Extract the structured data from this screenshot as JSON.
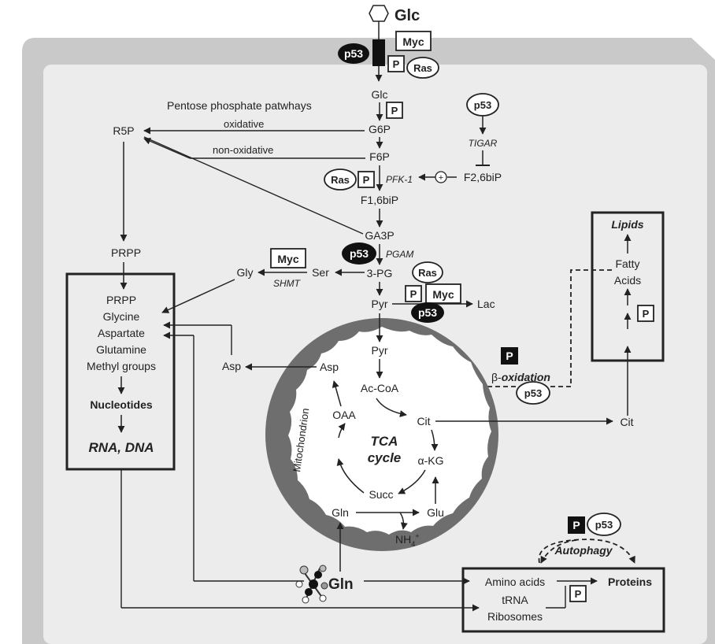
{
  "glucose": {
    "label": "Glc"
  },
  "glutamine": {
    "label": "Gln"
  },
  "regulators": {
    "p53": "p53",
    "myc": "Myc",
    "ras": "Ras",
    "phospho": "P",
    "plus": "+"
  },
  "glycolysis": {
    "glc": "Glc",
    "g6p": "G6P",
    "f6p": "F6P",
    "f16bip": "F1,6biP",
    "ga3p": "GA3P",
    "pg3": "3-PG",
    "pyr": "Pyr",
    "lac": "Lac",
    "pfk1": "PFK-1",
    "pgam": "PGAM",
    "tigar": "TIGAR",
    "f26bip": "F2,6biP"
  },
  "ppp": {
    "title": "Pentose phosphate patwhays",
    "oxidative": "oxidative",
    "non_oxidative": "non-oxidative",
    "r5p": "R5P",
    "prpp": "PRPP"
  },
  "serine": {
    "ser": "Ser",
    "gly": "Gly",
    "shmt": "SHMT",
    "asp_out": "Asp"
  },
  "nucleotide_box": {
    "items": [
      "PRPP",
      "Glycine",
      "Aspartate",
      "Glutamine",
      "Methyl groups"
    ],
    "nucleotides": "Nucleotides",
    "rna_dna": "RNA, DNA"
  },
  "lipid_box": {
    "title": "Lipids",
    "fatty": "Fatty",
    "acids": "Acids"
  },
  "beta_ox": {
    "prefix": "β-",
    "label": "oxidation"
  },
  "mito": {
    "label": "Mitochondrion",
    "pyr": "Pyr",
    "acoa": "Ac-CoA",
    "cit": "Cit",
    "akg": "α-KG",
    "succ": "Succ",
    "oaa": "OAA",
    "asp": "Asp",
    "glu": "Glu",
    "gln": "Gln",
    "nh4": "NH",
    "nh4_sub": "4",
    "nh4_sup": "+",
    "tca1": "TCA",
    "tca2": "cycle"
  },
  "cit_out": "Cit",
  "protein_box": {
    "amino": "Amino acids",
    "proteins": "Proteins",
    "trna": "tRNA",
    "ribosomes": "Ribosomes"
  },
  "autophagy": "Autophagy",
  "colors": {
    "outer_cell": "#c9c9c9",
    "inner_cell": "#ececec",
    "mito_membrane": "#6e6e6e",
    "line": "#222222"
  }
}
